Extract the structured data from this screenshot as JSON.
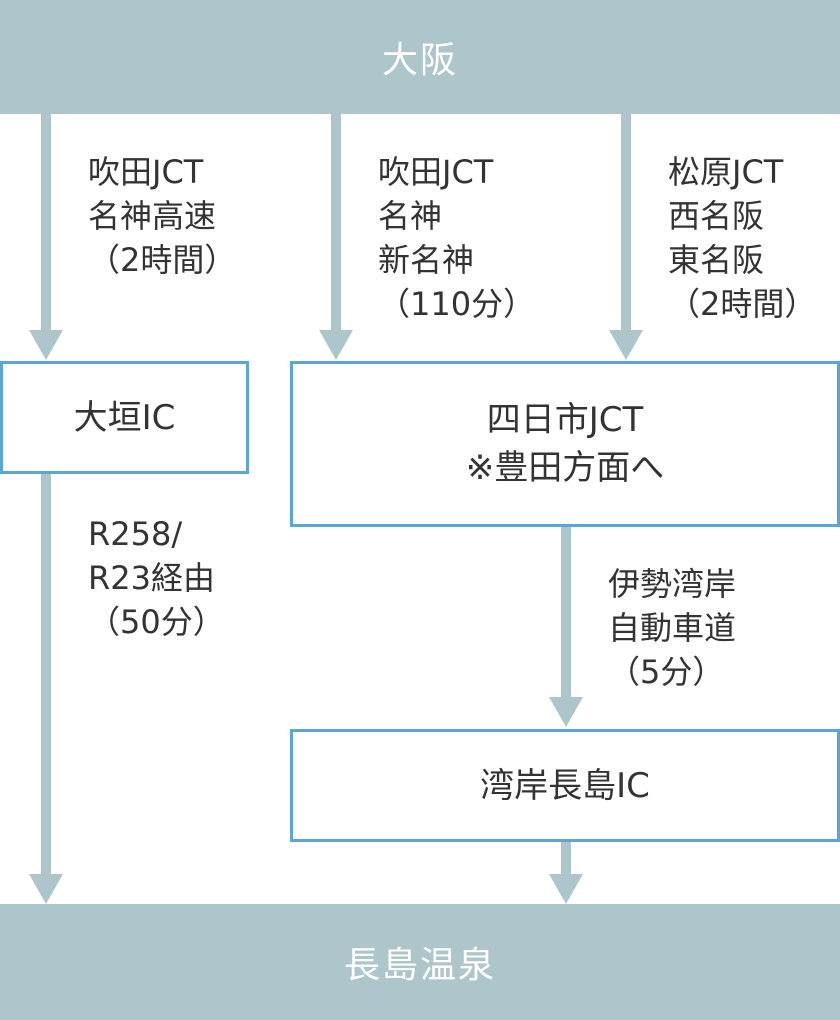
{
  "top": "大阪",
  "bottom": "長島温泉",
  "routes": {
    "left": [
      "吹田JCT",
      "名神高速",
      "（2時間）"
    ],
    "middle": [
      "吹田JCT",
      "名神",
      "新名神",
      "（110分）"
    ],
    "right": [
      "松原JCT",
      "西名阪",
      "東名阪",
      "（2時間）"
    ],
    "ogaki_down": [
      "R258/",
      "R23経由",
      "（50分）"
    ],
    "yokkaichi_down": [
      "伊勢湾岸",
      "自動車道",
      "（5分）"
    ]
  },
  "boxes": {
    "ogaki": "大垣IC",
    "yokkaichi": [
      "四日市JCT",
      "※豊田方面へ"
    ],
    "wangan": "湾岸長島IC"
  }
}
